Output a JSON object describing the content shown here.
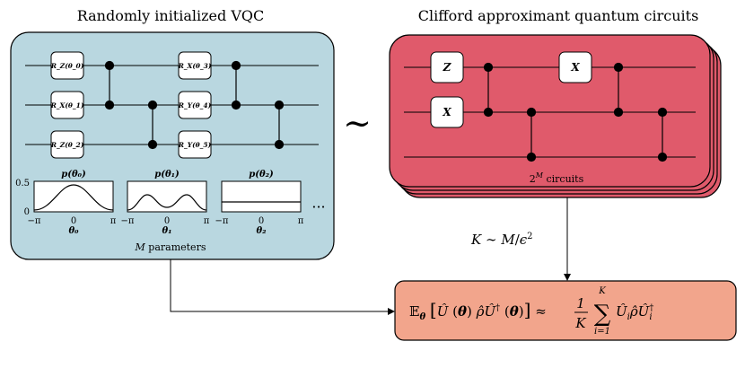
{
  "left_panel": {
    "title": "Randomly initialized VQC",
    "gates": [
      "R_Z(θ_0)",
      "R_X(θ_1)",
      "R_Z(θ_2)",
      "R_X(θ_3)",
      "R_Y(θ_4)",
      "R_Y(θ_5)"
    ],
    "plots": [
      {
        "title": "p(θ₀)",
        "xlabel": "θ₀",
        "shape": "single-peak"
      },
      {
        "title": "p(θ₁)",
        "xlabel": "θ₁",
        "shape": "double-peak"
      },
      {
        "title": "p(θ₂)",
        "xlabel": "θ₂",
        "shape": "uniform"
      }
    ],
    "y_ticks": [
      "0.5",
      "0"
    ],
    "x_ticks": [
      "−π",
      "0",
      "π"
    ],
    "ellipsis": "···",
    "footer": "M parameters"
  },
  "tilde": "~",
  "right_panel": {
    "title": "Clifford approximant quantum circuits",
    "gates": [
      "Z",
      "X",
      "X"
    ],
    "footer": "2^M circuits"
  },
  "arrow_label": "K ∼ M/ε²",
  "formula": "𝔼θ [Û(θ) ρ̂ Û†(θ)] ≈ (1/K) Σ_{i=1}^{K} Û_i ρ̂ Û_i†",
  "colors": {
    "left_panel": "#b9d7e0",
    "right_panel": "#e05a6b",
    "formula_box": "#f2a58c"
  }
}
